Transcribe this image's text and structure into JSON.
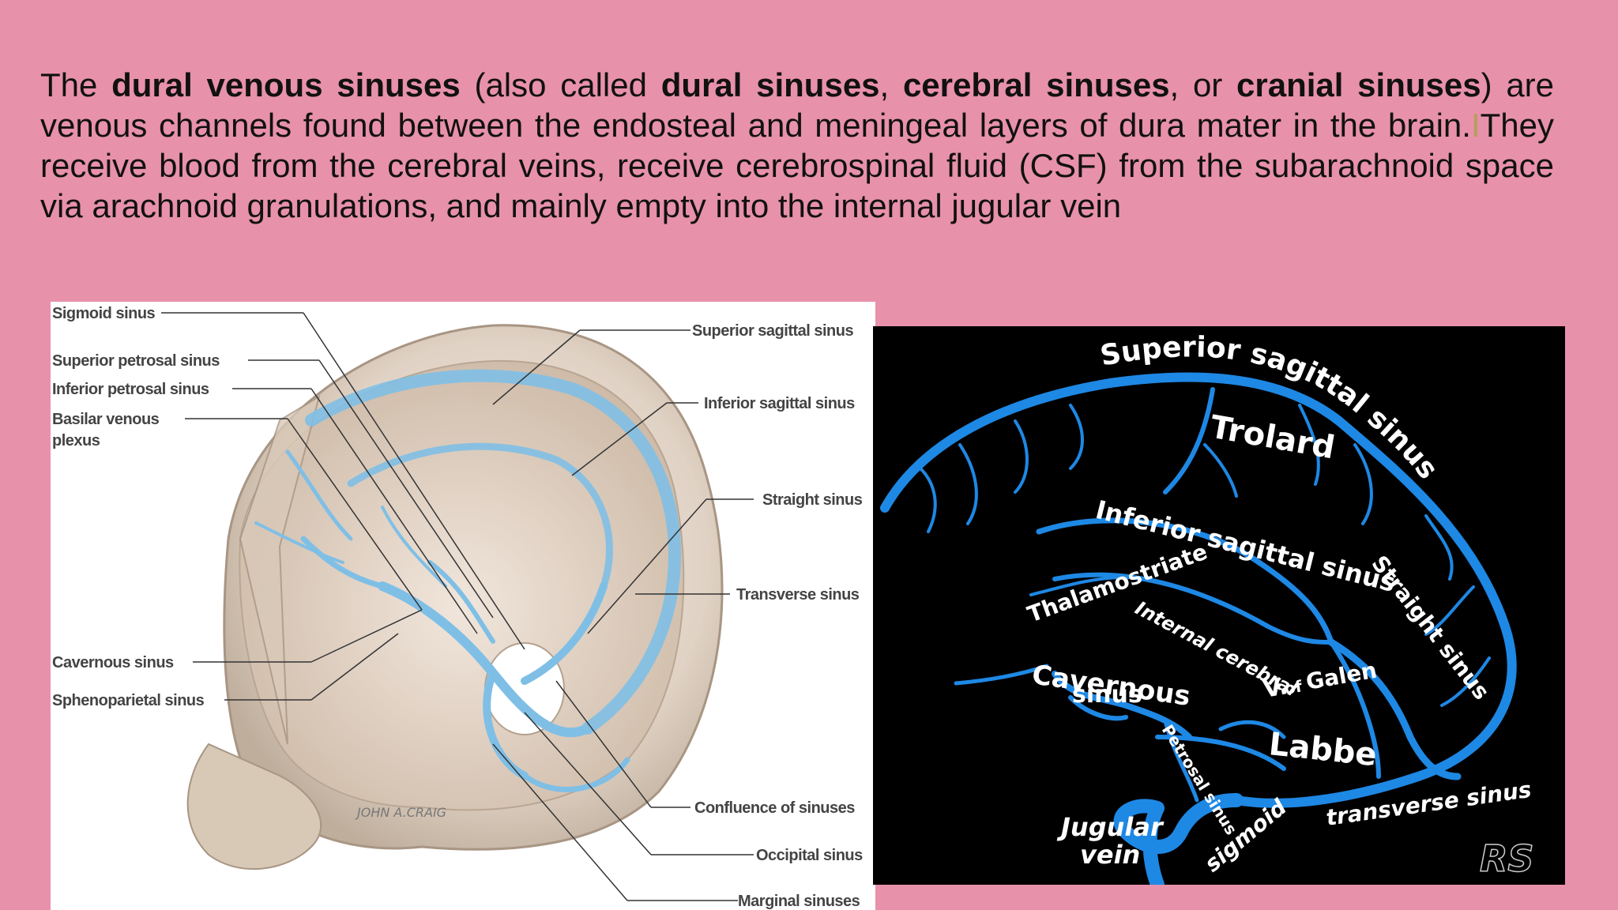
{
  "intro": {
    "t1": "The ",
    "b1": "dural venous sinuses",
    "t2": " (also called ",
    "b2": "dural sinuses",
    "t3": ", ",
    "b3": "cerebral sinuses",
    "t4": ", or ",
    "b4": "cranial sinuses",
    "t5": ") are venous channels found between the endosteal and meningeal layers of dura mater in the brain.",
    "cursor": "I",
    "t6": "They receive blood from the cerebral veins, receive cerebrospinal fluid (CSF) from the subarachnoid space via arachnoid granulations, and mainly empty into the internal jugular vein"
  },
  "left_figure": {
    "labels_left": [
      "Sigmoid sinus",
      "Superior petrosal sinus",
      "Inferior petrosal sinus",
      "Basilar venous",
      "plexus",
      "Cavernous sinus",
      "Sphenoparietal sinus"
    ],
    "labels_right": [
      "Superior sagittal sinus",
      "Inferior sagittal sinus",
      "Straight sinus",
      "Transverse sinus",
      "Confluence of sinuses",
      "Occipital sinus",
      "Marginal sinuses"
    ],
    "signature": "JOHN A.CRAIG"
  },
  "right_figure": {
    "sss": "Superior sagittal sinus",
    "trolard": "Trolard",
    "iss": "Inferior sagittal sinus",
    "thalamostriate": "Thalamostriate",
    "internal_cerebral": "Internal cerebral",
    "cavernous1": "Cavernous",
    "cavernous2": "sinus",
    "v": "V.",
    "of": "of",
    "galen": "Galen",
    "straight": "Straight sinus",
    "petrosal": "Petrosal sinus",
    "labbe": "Labbe",
    "transverse": "transverse sinus",
    "jugular1": "Jugular",
    "jugular2": "vein",
    "sigmoid": "sigmoid",
    "rs": "RS"
  }
}
